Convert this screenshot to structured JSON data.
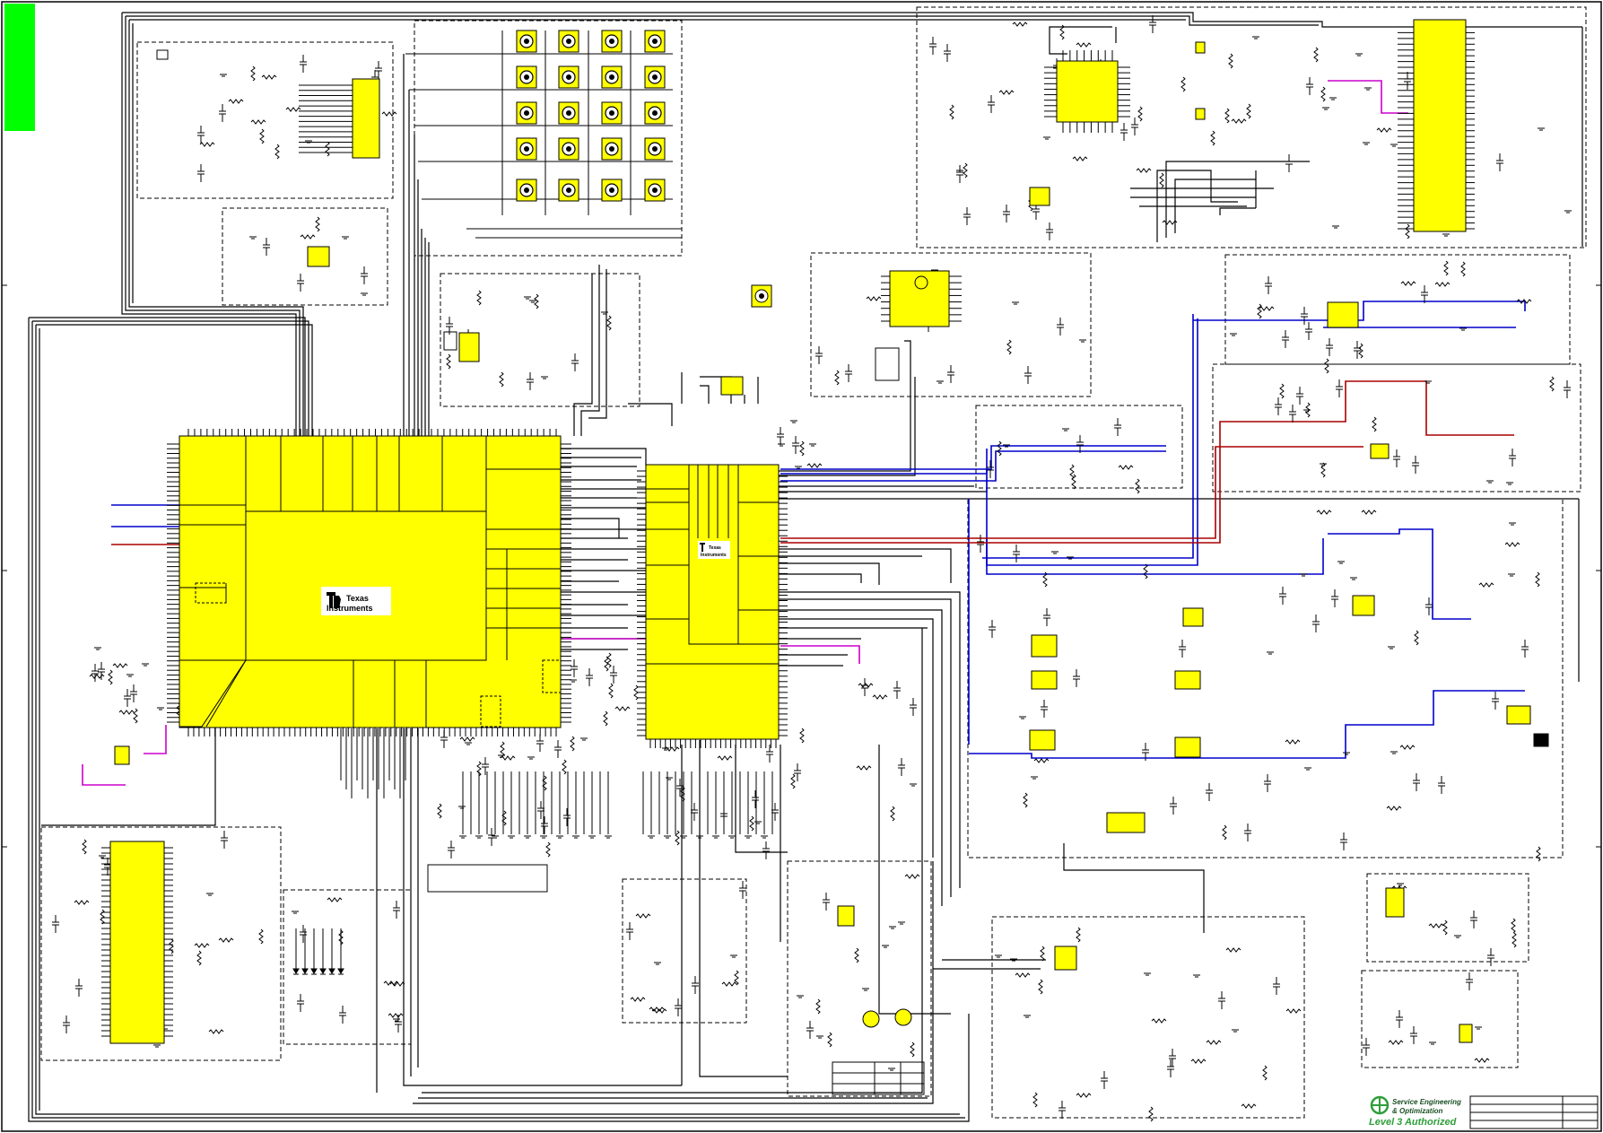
{
  "logos": {
    "main_processor_logo": {
      "line1": "Texas",
      "line2": "Instruments"
    },
    "companion_chip_logo": {
      "line1": "Texas",
      "line2": "Instruments"
    }
  },
  "footer": {
    "badge_line1": "Service Engineering",
    "badge_line2": "& Optimization",
    "badge_level": "Level 3 Authorized"
  },
  "colors": {
    "chip_fill": "#ffff00",
    "tab_green": "#00ff00",
    "wire": "#000000",
    "net_blue": "#0000cc",
    "net_red": "#aa0000",
    "net_magenta": "#cc00cc",
    "badge_green": "#2e9e3a"
  },
  "icons": {
    "keypad_switch": "round-button-icon",
    "logo": "ti-logo-icon",
    "badge": "sea-badge-icon",
    "diode": "diode-icon",
    "motor": "motor-icon"
  }
}
